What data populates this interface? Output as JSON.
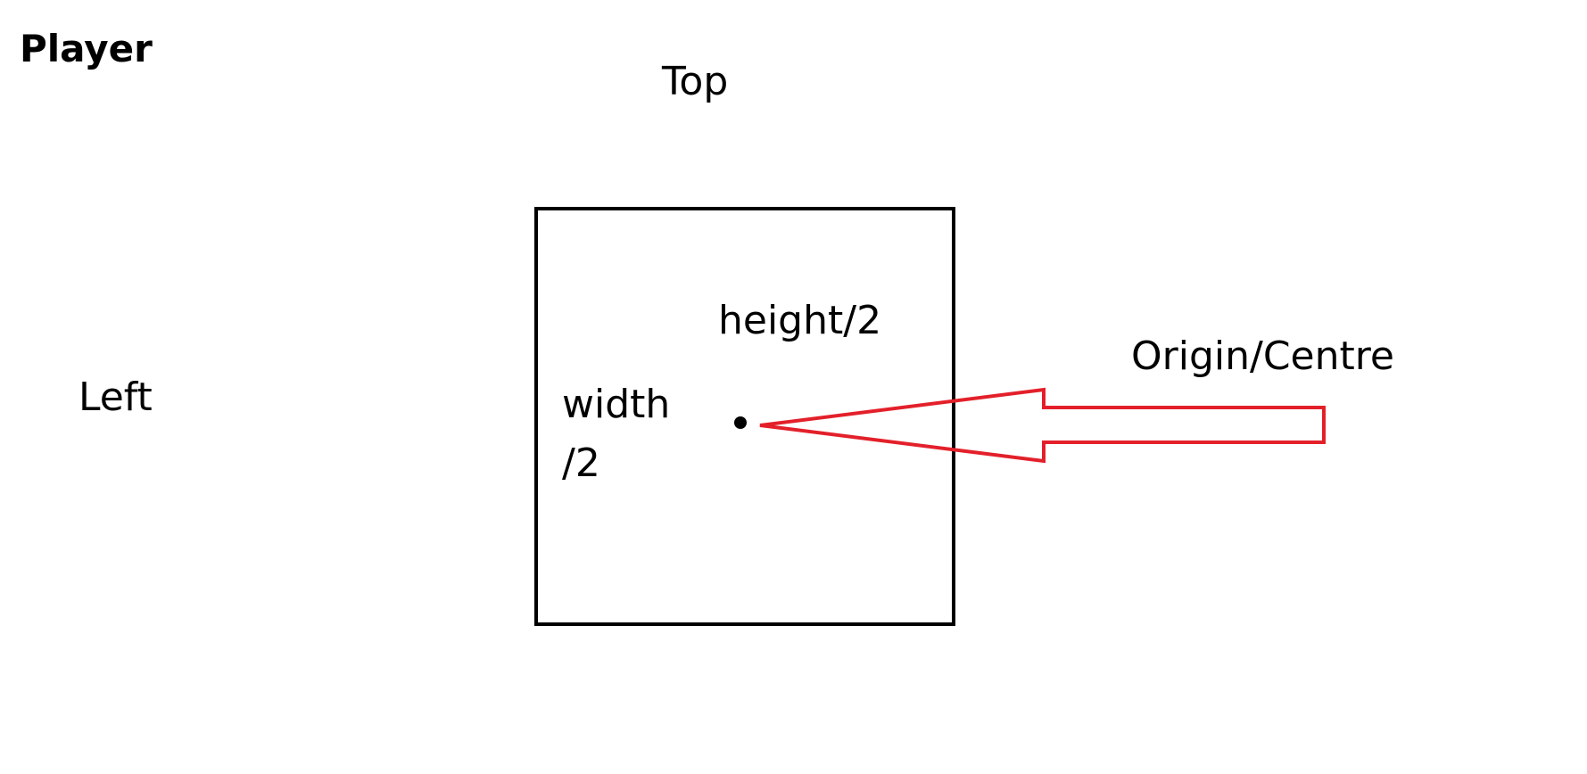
{
  "title": "Player",
  "labels": {
    "top": "Top",
    "left": "Left",
    "height_half": "height/2",
    "width_half_line1": "width",
    "width_half_line2": "/2",
    "origin": "Origin/Centre"
  },
  "colors": {
    "background": "#ffffff",
    "stroke": "#000000",
    "arrow": "#e3202a"
  }
}
